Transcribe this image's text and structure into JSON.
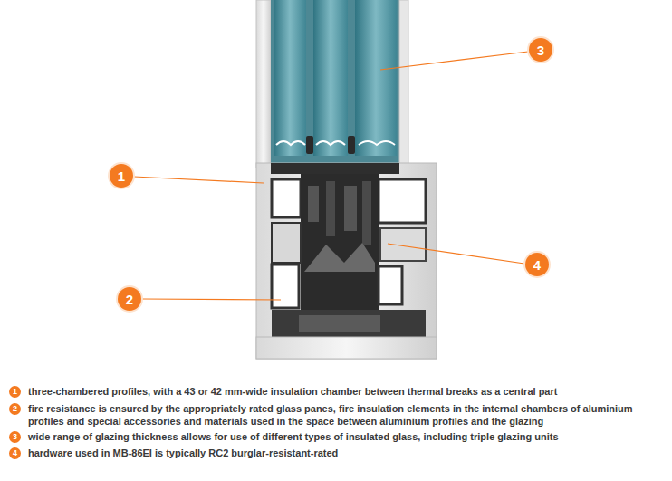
{
  "diagram": {
    "nodes": [
      {
        "text": [
          "3"
        ]
      },
      {
        "text": [
          "1"
        ]
      },
      {
        "text": [
          "4"
        ]
      },
      {
        "text": [
          "2"
        ]
      },
      {
        "text": [
          "1",
          "three-chambered profiles, with a 43 or 42 mm-wide insulation chamber between thermal breaks as a central part"
        ]
      },
      {
        "text": [
          "2",
          "fire resistance is ensured by the appropriately rated glass panes, fire insulation elements in the internal chambers of aluminium profiles and special accessories and materials used in the space between aluminium profiles and the glazing"
        ]
      },
      {
        "text": [
          "3",
          "wide range of glazing thickness allows for use of different types of insulated glass, including triple glazing units"
        ]
      },
      {
        "text": [
          "4",
          "hardware used in MB-86EI is typically RC2 burglar-resistant-rated"
        ]
      }
    ]
  }
}
